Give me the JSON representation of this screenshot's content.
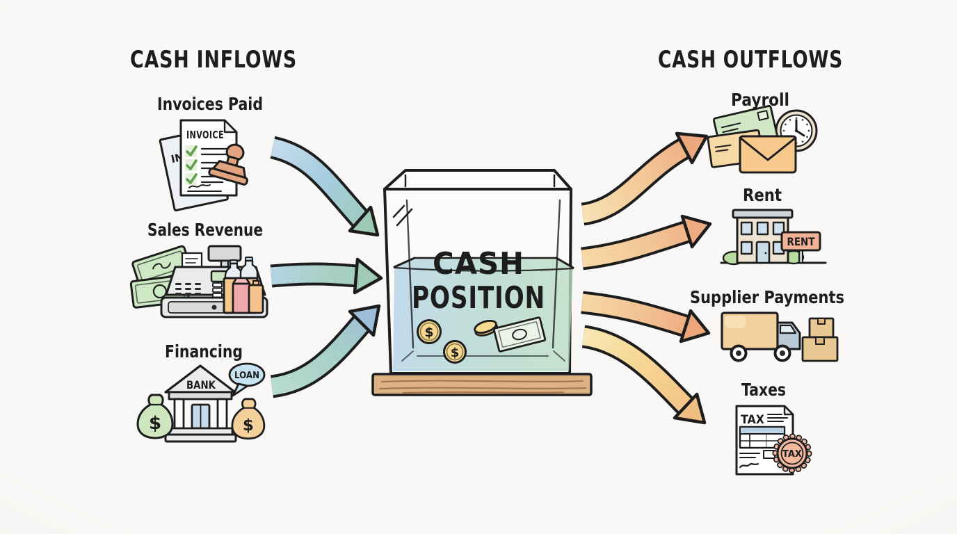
{
  "titles": {
    "left": "CASH INFLOWS",
    "right": "CASH OUTFLOWS"
  },
  "tank": {
    "line1": "CASH",
    "line2": "POSITION"
  },
  "inflows": [
    {
      "label": "Invoices Paid",
      "icon": "invoice-stamped-icon"
    },
    {
      "label": "Sales Revenue",
      "icon": "cash-register-icon"
    },
    {
      "label": "Financing",
      "icon": "bank-loan-icon"
    }
  ],
  "outflows": [
    {
      "label": "Payroll",
      "icon": "paycheck-envelopes-clock-icon"
    },
    {
      "label": "Rent",
      "icon": "rent-building-sign-icon"
    },
    {
      "label": "Supplier Payments",
      "icon": "delivery-truck-boxes-icon"
    },
    {
      "label": "Taxes",
      "icon": "tax-document-seal-icon"
    }
  ],
  "icon_text": {
    "invoice_header": "INVOICE",
    "invoice_back": "IN",
    "bank": "BANK",
    "loan": "LOAN",
    "rent_sign": "RENT",
    "tax_doc": "TAX",
    "tax_seal": "TAX",
    "dollar": "$"
  },
  "colors": {
    "ink": "#1d1d1d",
    "background": "#f8f7f5",
    "inflow_blue": "#b9d8e6",
    "inflow_green": "#9fcbb7",
    "outflow_light": "#f7dfae",
    "outflow_deep": "#eda87e",
    "water_blue": "#b3d2e7",
    "water_green": "#b9dcc2",
    "wood": "#dcb183",
    "coin_gold": "#f6d98e",
    "seal_salmon": "#f2b89d"
  }
}
